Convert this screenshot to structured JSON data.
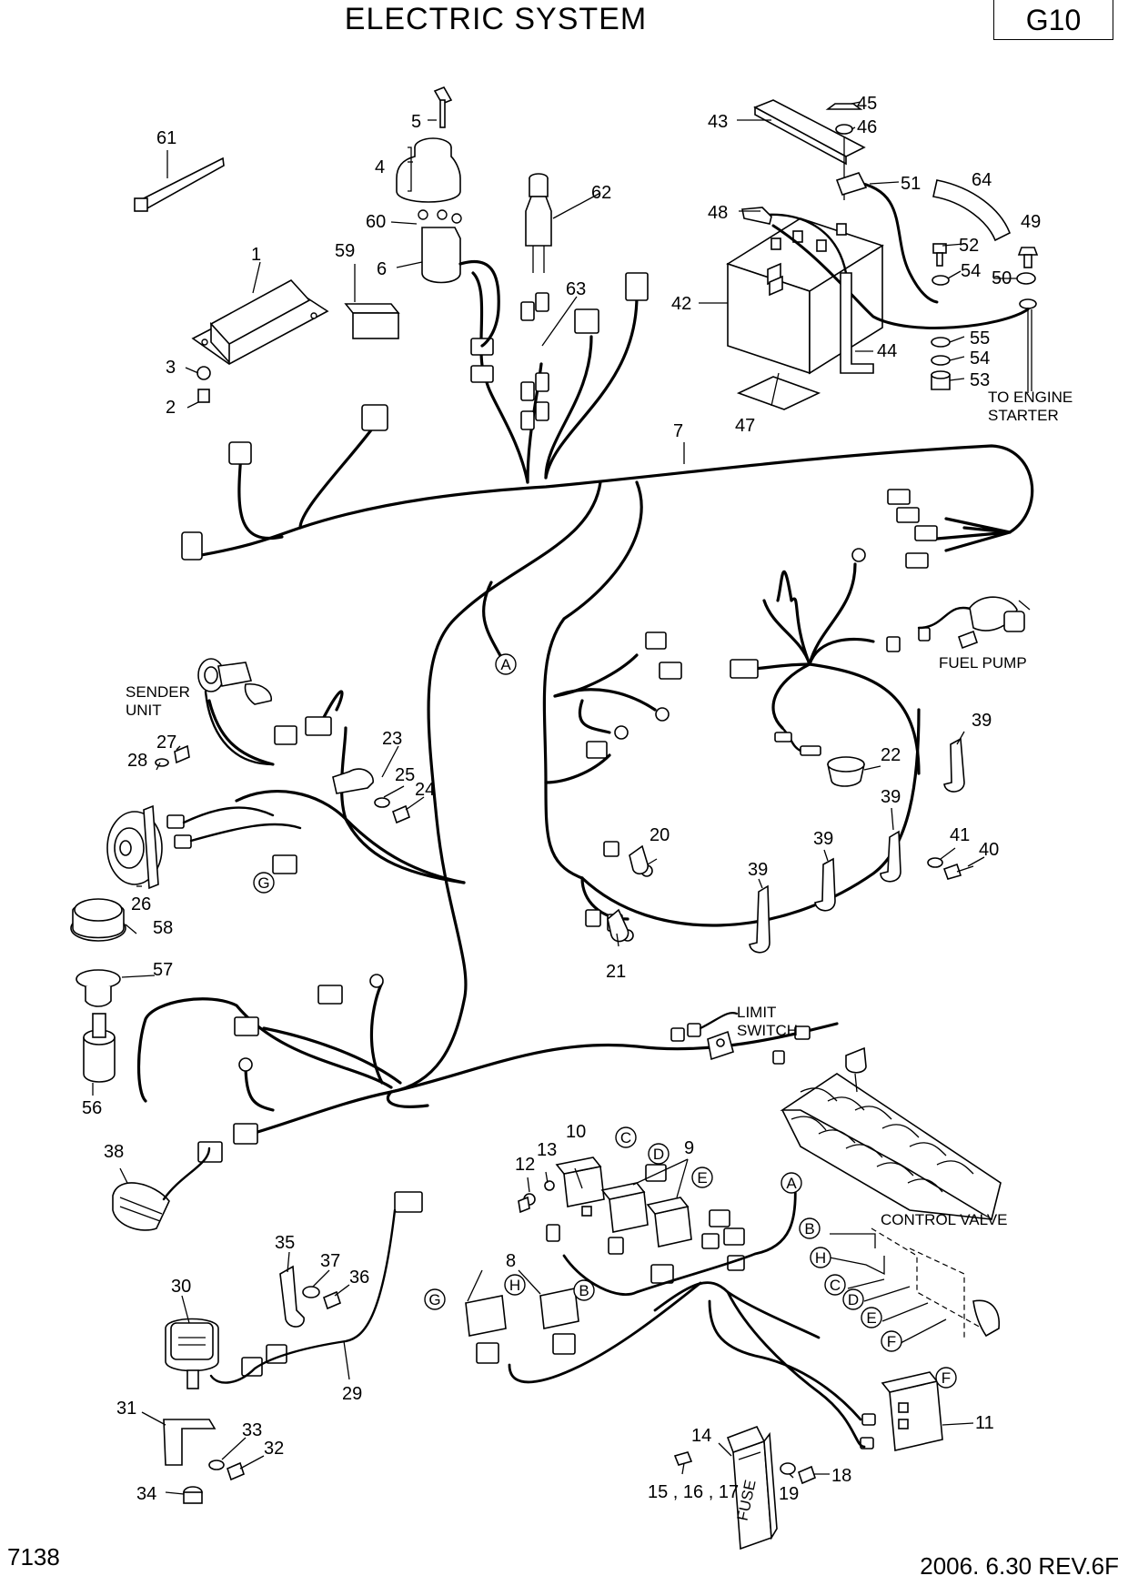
{
  "header": {
    "title": "ELECTRIC SYSTEM",
    "sheet": "G10"
  },
  "footer": {
    "page_number": "7138",
    "revision": "2006. 6.30  REV.6F"
  },
  "notes": {
    "sender_unit_1": "SENDER",
    "sender_unit_2": "UNIT",
    "fuel_pump": "FUEL PUMP",
    "limit_switch_1": "LIMIT",
    "limit_switch_2": "SWITCH",
    "control_valve": "CONTROL VALVE",
    "engine_starter_1": "TO ENGINE",
    "engine_starter_2": "STARTER",
    "fuse": "FUSE"
  },
  "part_numbers": {
    "p1": "1",
    "p2": "2",
    "p3": "3",
    "p4": "4",
    "p5": "5",
    "p6": "6",
    "p7": "7",
    "p8": "8",
    "p9": "9",
    "p10": "10",
    "p11": "11",
    "p12": "12",
    "p13": "13",
    "p14": "14",
    "p15": "15 , 16 , 17",
    "p18": "18",
    "p19": "19",
    "p20": "20",
    "p21": "21",
    "p22": "22",
    "p23": "23",
    "p24": "24",
    "p25": "25",
    "p26": "26",
    "p27": "27",
    "p28": "28",
    "p29": "29",
    "p30": "30",
    "p31": "31",
    "p32": "32",
    "p33": "33",
    "p34": "34",
    "p35": "35",
    "p36": "36",
    "p37": "37",
    "p38": "38",
    "p39": "39",
    "p40": "40",
    "p41": "41",
    "p42": "42",
    "p43": "43",
    "p44": "44",
    "p45": "45",
    "p46": "46",
    "p47": "47",
    "p48": "48",
    "p49": "49",
    "p50": "50",
    "p51": "51",
    "p52": "52",
    "p53": "53",
    "p54": "54",
    "p55": "55",
    "p56": "56",
    "p57": "57",
    "p58": "58",
    "p59": "59",
    "p60": "60",
    "p61": "61",
    "p62": "62",
    "p63": "63",
    "p64": "64"
  },
  "connector_refs": {
    "A": "A",
    "B": "B",
    "C": "C",
    "D": "D",
    "E": "E",
    "F": "F",
    "G": "G",
    "H": "H"
  }
}
